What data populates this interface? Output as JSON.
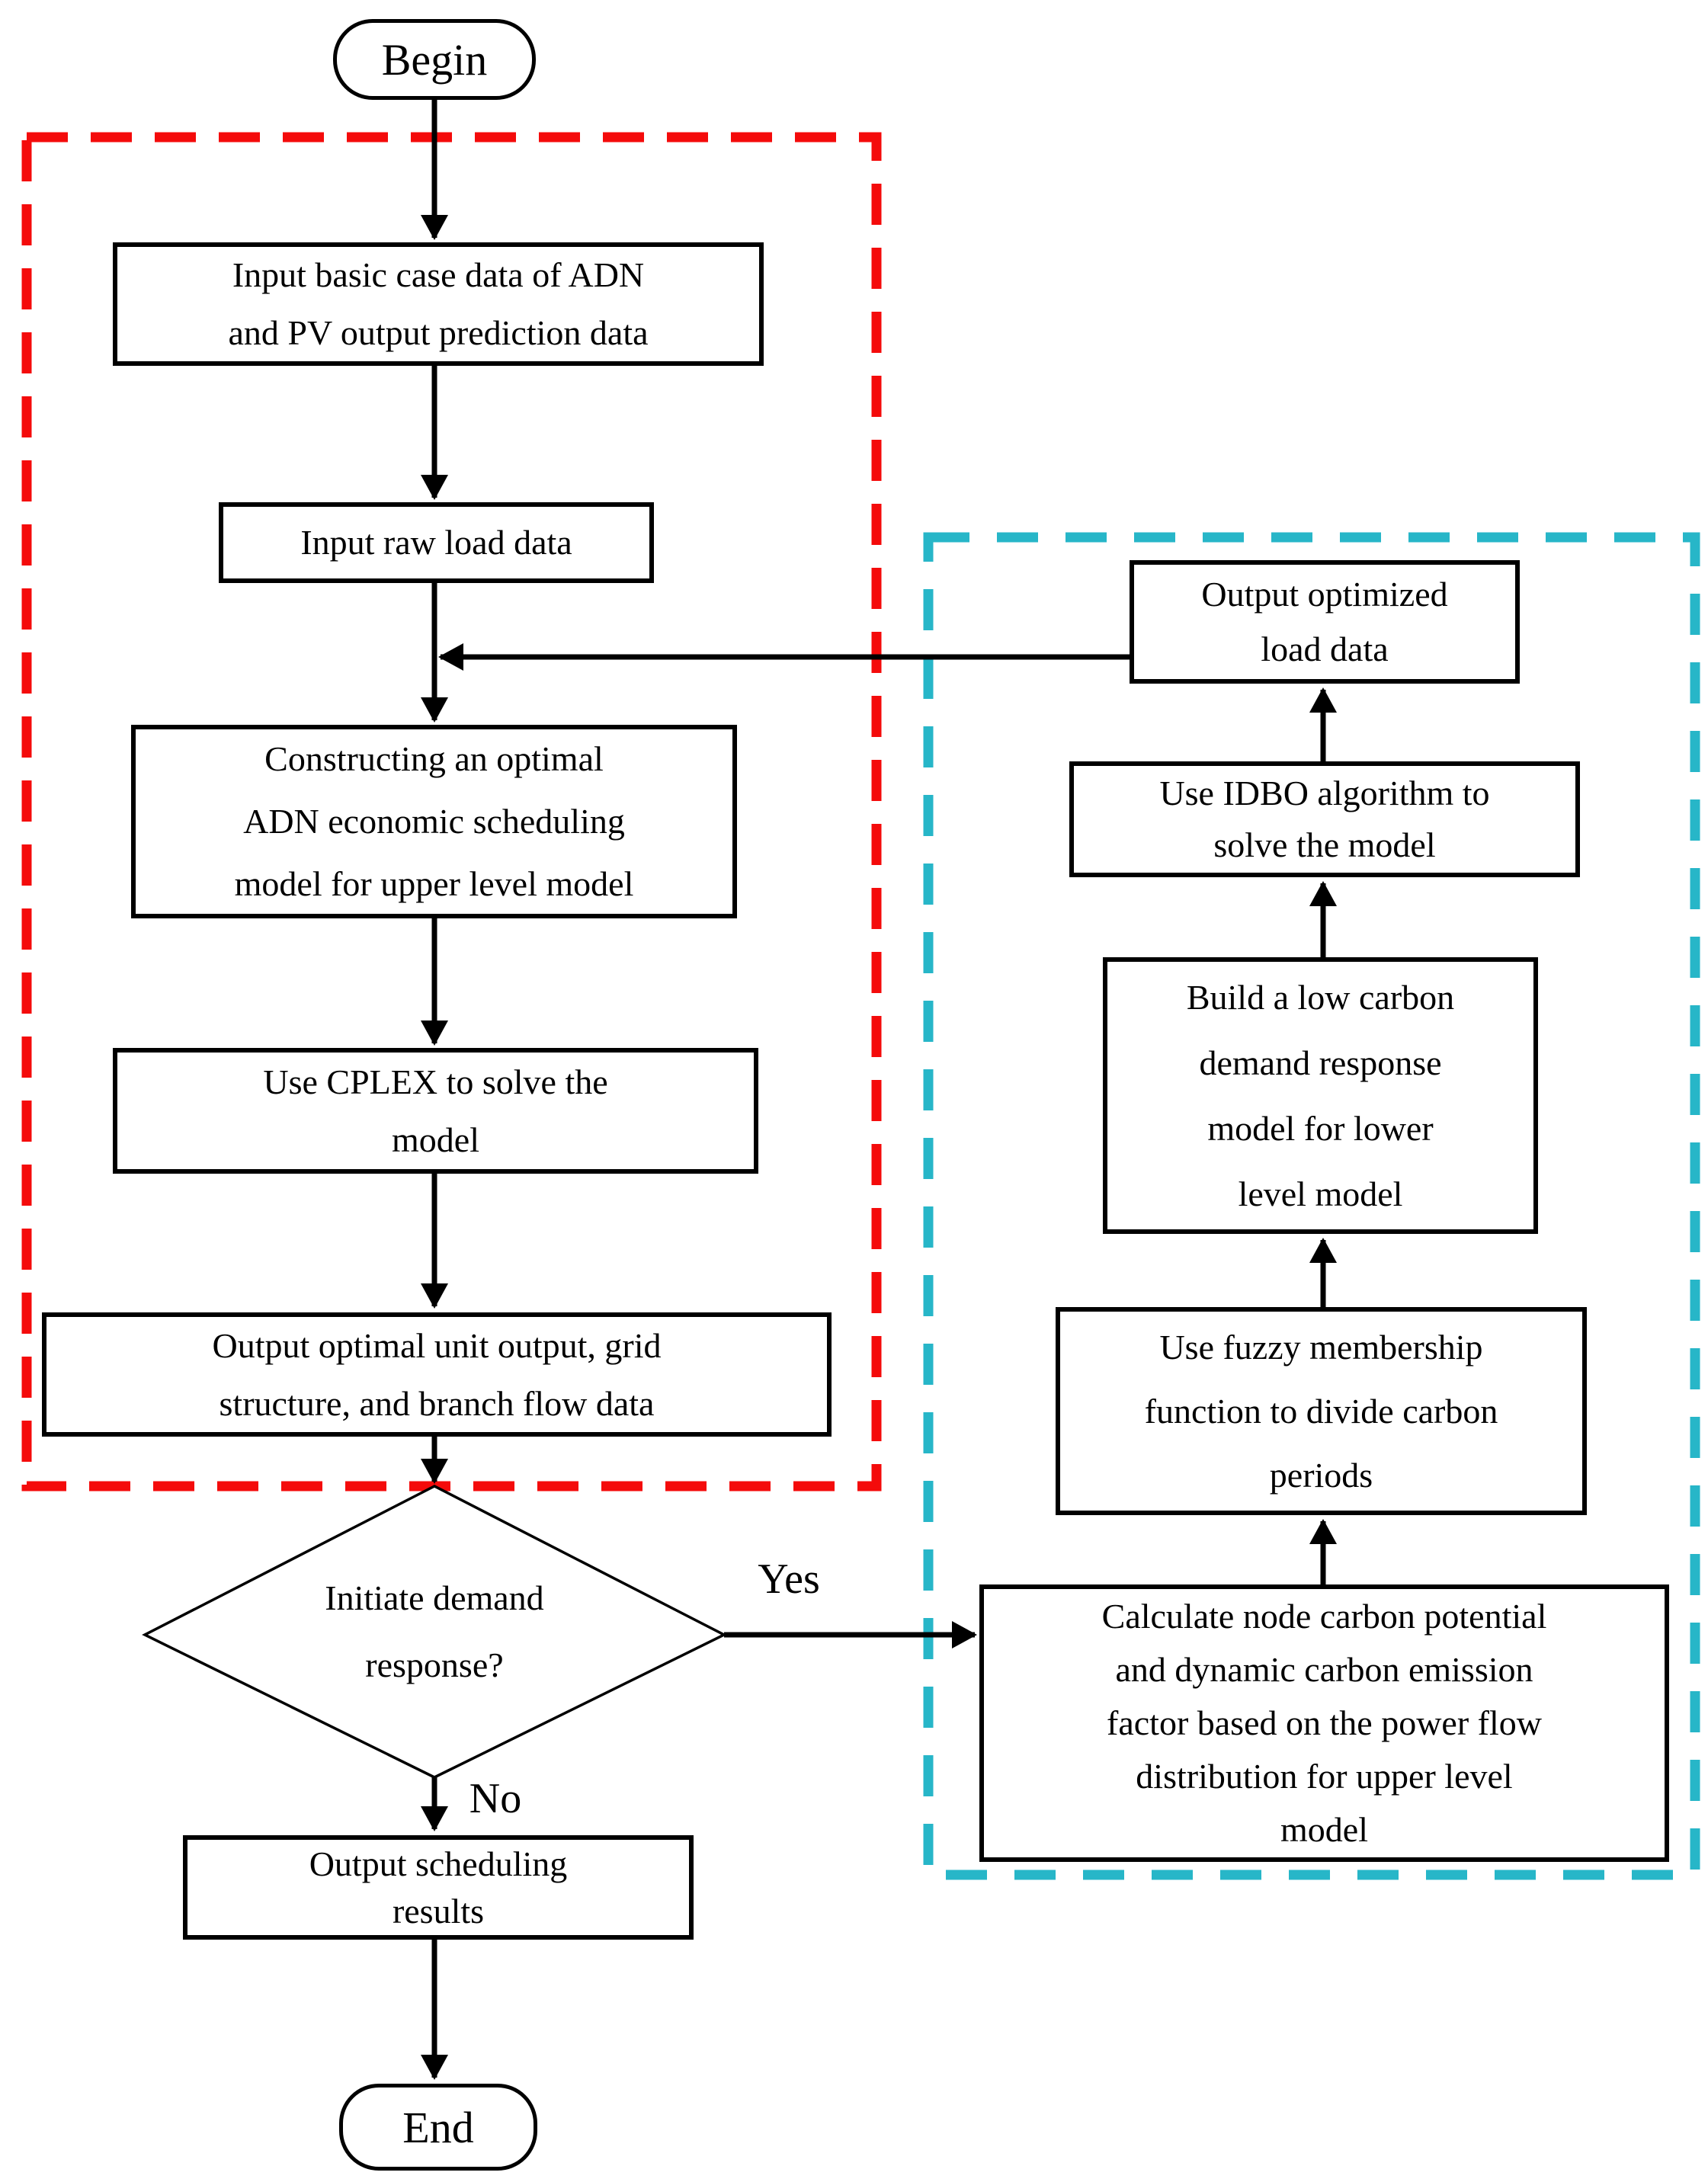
{
  "colors": {
    "upper_frame": "#f40b0b",
    "lower_frame": "#27b6c8",
    "line": "#000000",
    "node_fill": "#ffffff"
  },
  "nodes": {
    "begin": {
      "label": "Begin"
    },
    "input_case_data": {
      "label": "Input basic case data of ADN\nand PV output prediction data"
    },
    "input_raw_load": {
      "label": "Input raw load data"
    },
    "constructing_model": {
      "label": "Constructing an optimal\nADN economic scheduling\nmodel for upper level model"
    },
    "use_cplex": {
      "label": "Use CPLEX to solve the\nmodel"
    },
    "output_optimal": {
      "label": "Output optimal unit output, grid\nstructure, and branch flow data"
    },
    "initiate_demand_response": {
      "label": "Initiate demand\nresponse?"
    },
    "output_scheduling": {
      "label": "Output scheduling\nresults"
    },
    "end": {
      "label": "End"
    },
    "output_optimized_load": {
      "label": "Output optimized\nload data"
    },
    "use_idbo": {
      "label": "Use IDBO algorithm to\nsolve the model"
    },
    "build_low_carbon": {
      "label": "Build a low carbon\ndemand response\nmodel for lower\nlevel model"
    },
    "use_fuzzy": {
      "label": "Use fuzzy membership\nfunction to divide carbon\nperiods"
    },
    "calculate_node_carbon": {
      "label": "Calculate node carbon potential\nand dynamic carbon emission\nfactor based on the power flow\ndistribution for upper level\nmodel"
    }
  },
  "branches": {
    "yes": "Yes",
    "no": "No"
  }
}
